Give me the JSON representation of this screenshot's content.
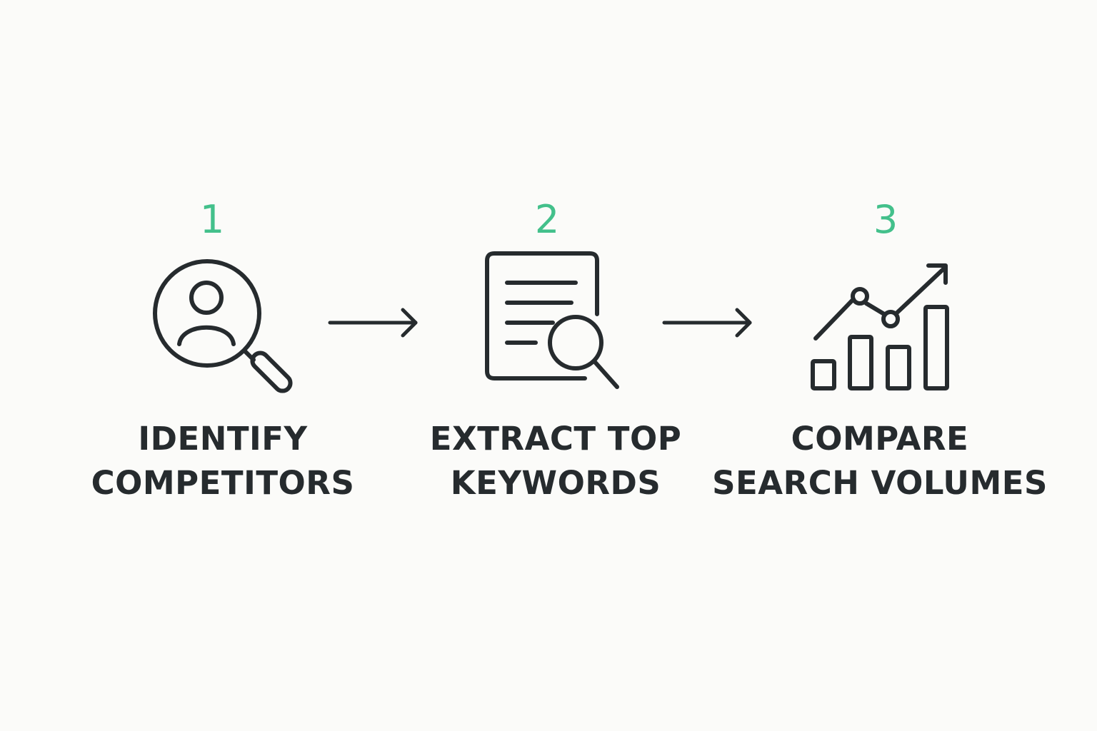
{
  "steps": [
    {
      "number": "1",
      "label_lines": [
        "IDENTIFY",
        "COMPETITORS"
      ],
      "icon": "competitor-search-icon"
    },
    {
      "number": "2",
      "label_lines": [
        "EXTRACT TOP",
        "KEYWORDS"
      ],
      "icon": "document-search-icon"
    },
    {
      "number": "3",
      "label_lines": [
        "COMPARE",
        "SEARCH VOLUMES"
      ],
      "icon": "bar-chart-trend-icon"
    }
  ],
  "connectors": [
    "arrow-right-icon",
    "arrow-right-icon"
  ],
  "colors": {
    "accent": "#43c08b",
    "ink": "#262b2e",
    "background": "#fbfbf9"
  }
}
